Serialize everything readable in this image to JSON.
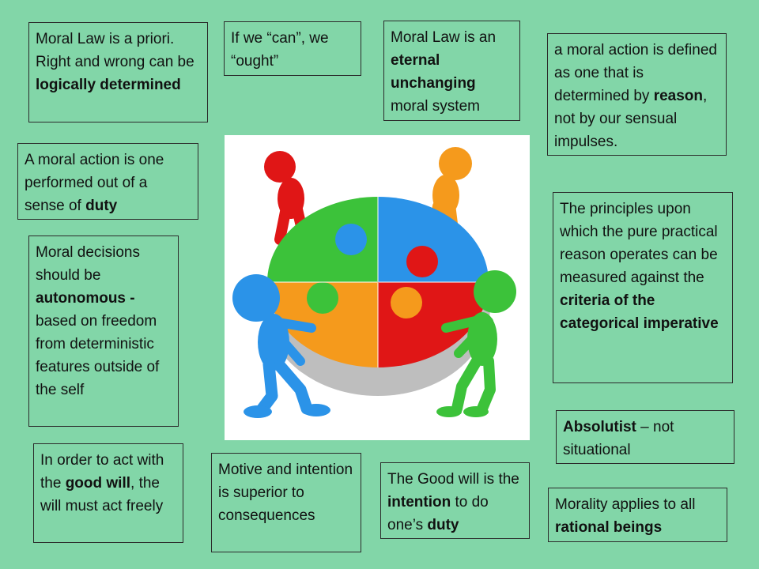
{
  "slide": {
    "background": "#82d6a8",
    "image_icon": "puzzle-team-icon",
    "image_colors": [
      "#e01616",
      "#f59a1c",
      "#2b93e8",
      "#3cc23a"
    ],
    "notes": [
      {
        "id": "a-priori",
        "parts": [
          {
            "t": "Moral Law is a priori. Right and wrong can be "
          },
          {
            "t": "logically determined",
            "b": true
          }
        ]
      },
      {
        "id": "can-ought",
        "parts": [
          {
            "t": "If we “can”, we “ought”"
          }
        ]
      },
      {
        "id": "eternal",
        "parts": [
          {
            "t": "Moral Law is an "
          },
          {
            "t": "eternal unchanging",
            "b": true
          },
          {
            "t": " moral system"
          }
        ]
      },
      {
        "id": "reason",
        "parts": [
          {
            "t": "a moral action is defined as one that is determined by "
          },
          {
            "t": "reason",
            "b": true
          },
          {
            "t": ", not by our sensual impulses."
          }
        ]
      },
      {
        "id": "duty",
        "parts": [
          {
            "t": "A moral action is one performed out of a sense of "
          },
          {
            "t": "duty",
            "b": true
          }
        ]
      },
      {
        "id": "principles",
        "parts": [
          {
            "t": "The principles upon which the pure practical reason operates can be measured against the "
          },
          {
            "t": "criteria of the categorical imperative",
            "b": true
          }
        ]
      },
      {
        "id": "autonomous",
        "parts": [
          {
            "t": "Moral decisions should be "
          },
          {
            "t": "autonomous -",
            "b": true
          },
          {
            "t": " based on freedom from deterministic features outside of the self"
          }
        ]
      },
      {
        "id": "absolutist",
        "parts": [
          {
            "t": "Absolutist",
            "b": true
          },
          {
            "t": " – not situational"
          }
        ]
      },
      {
        "id": "good-will-free",
        "parts": [
          {
            "t": "In order to act with the "
          },
          {
            "t": "good will",
            "b": true
          },
          {
            "t": ", the will must act freely"
          }
        ]
      },
      {
        "id": "motive",
        "parts": [
          {
            "t": "Motive and intention is superior to consequences"
          }
        ]
      },
      {
        "id": "good-will-intention",
        "parts": [
          {
            "t": "The Good will is the "
          },
          {
            "t": "intention",
            "b": true
          },
          {
            "t": " to do one’s "
          },
          {
            "t": "duty",
            "b": true
          }
        ]
      },
      {
        "id": "rational",
        "parts": [
          {
            "t": "Morality applies to all "
          },
          {
            "t": "rational beings",
            "b": true
          }
        ]
      }
    ]
  }
}
